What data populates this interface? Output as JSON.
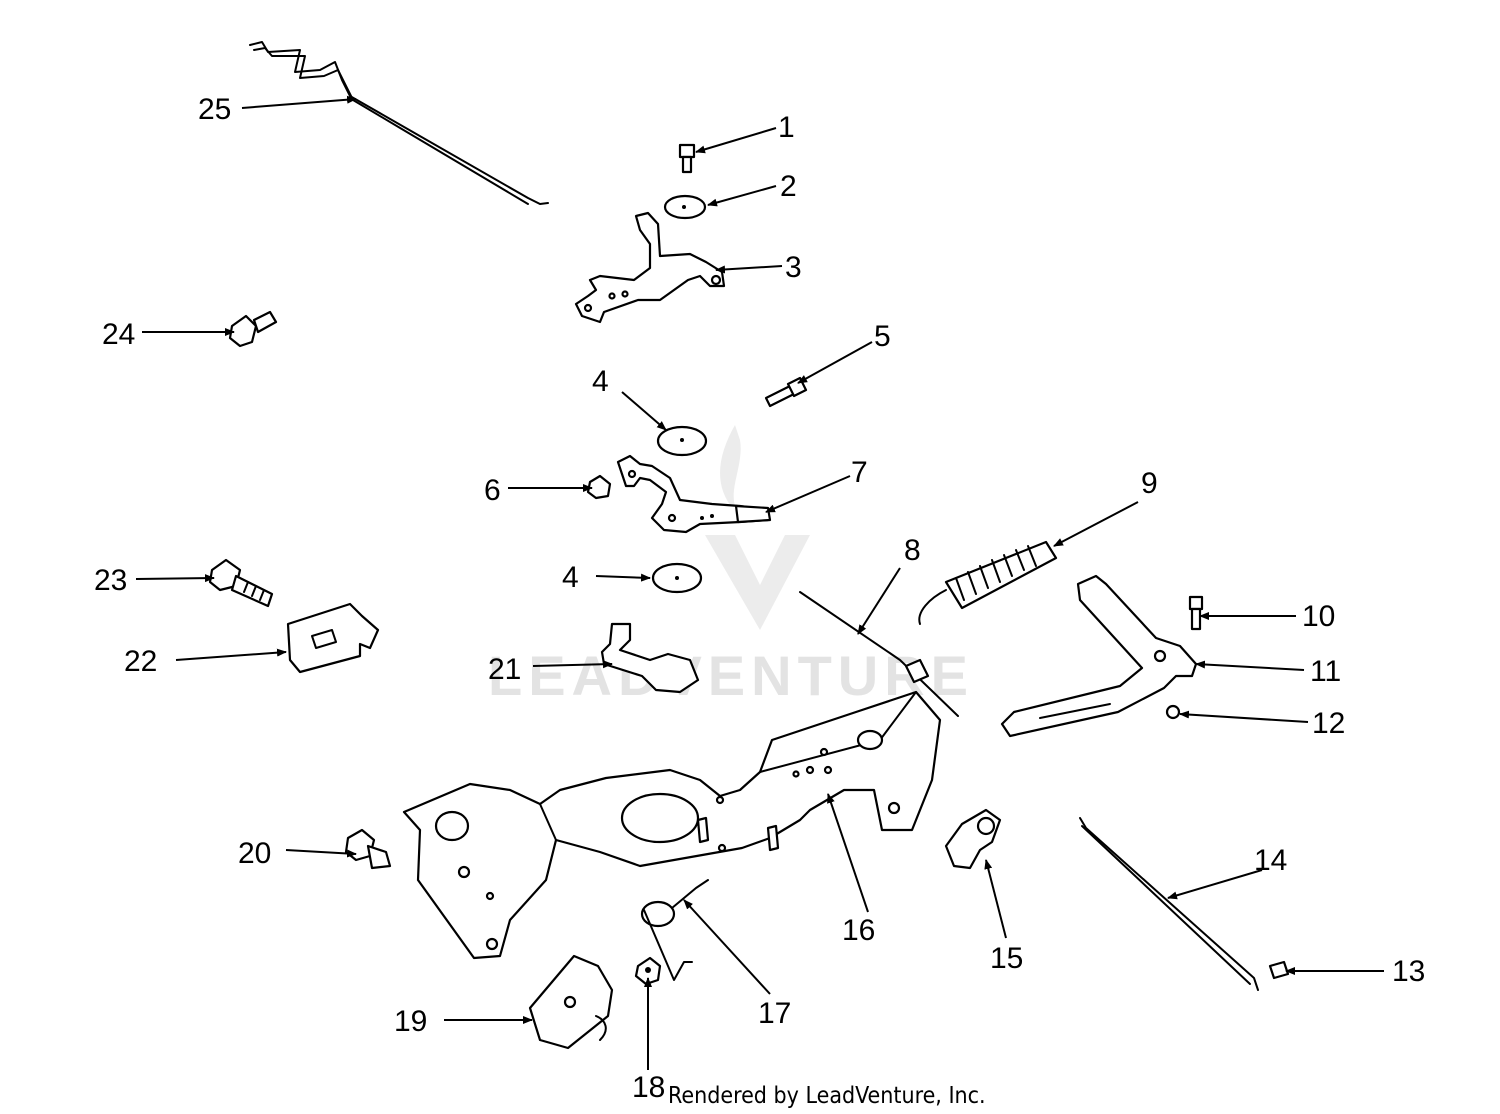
{
  "diagram": {
    "watermark": "LEADVENTURE",
    "credit": "Rendered by LeadVenture, Inc.",
    "callouts": [
      "1",
      "2",
      "3",
      "4",
      "5",
      "6",
      "7",
      "8",
      "9",
      "10",
      "11",
      "12",
      "13",
      "14",
      "15",
      "16",
      "17",
      "18",
      "19",
      "20",
      "21",
      "22",
      "23",
      "24",
      "25"
    ],
    "callout_4b": "4"
  }
}
